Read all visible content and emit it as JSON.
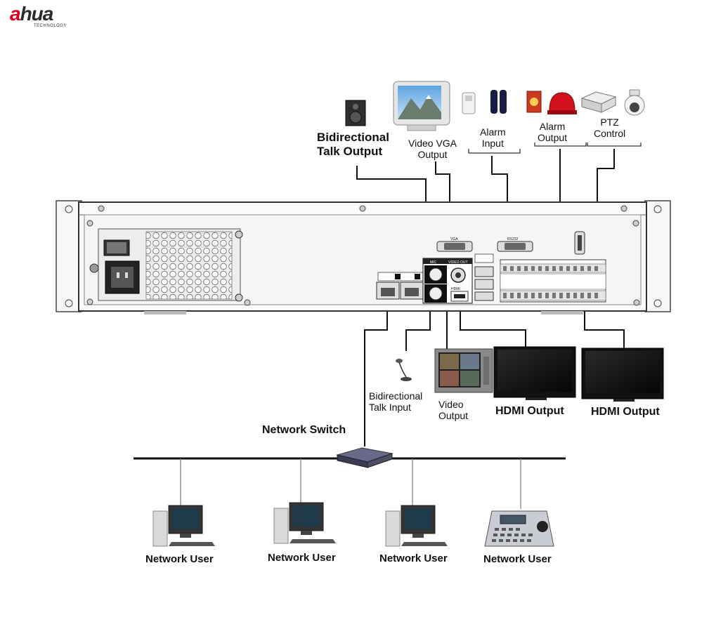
{
  "logo": {
    "brand_a": "a",
    "brand_rest": "hua",
    "subtitle": "TECHNOLOGY"
  },
  "devices": {
    "talk_output": {
      "label_line1": "Bidirectional",
      "label_line2": "Talk Output"
    },
    "vga_output": {
      "label_line1": "Video VGA",
      "label_line2": "Output"
    },
    "alarm_input": {
      "label_line1": "Alarm",
      "label_line2": "Input"
    },
    "alarm_output": {
      "label_line1": "Alarm",
      "label_line2": "Output"
    },
    "ptz_control": {
      "label_line1": "PTZ",
      "label_line2": "Control"
    },
    "talk_input": {
      "label_line1": "Bidirectional",
      "label_line2": "Talk Input"
    },
    "video_output": {
      "label_line1": "Video",
      "label_line2": "Output"
    },
    "hdmi_output_1": {
      "label": "HDMI Output"
    },
    "hdmi_output_2": {
      "label": "HDMI Output"
    },
    "network_switch": {
      "label": "Network Switch"
    }
  },
  "network_users": [
    {
      "label": "Network User",
      "kind": "pc"
    },
    {
      "label": "Network User",
      "kind": "pc"
    },
    {
      "label": "Network User",
      "kind": "pc"
    },
    {
      "label": "Network User",
      "kind": "keyboard"
    }
  ],
  "panel_ports": {
    "vga": "VGA",
    "rs232": "RS232",
    "mic": "MIC",
    "video_out": "VIDEO OUT",
    "hdmi": "HDMI"
  },
  "colors": {
    "brand_red": "#d6001c",
    "line": "#111111",
    "panel": "#f4f4f4"
  }
}
